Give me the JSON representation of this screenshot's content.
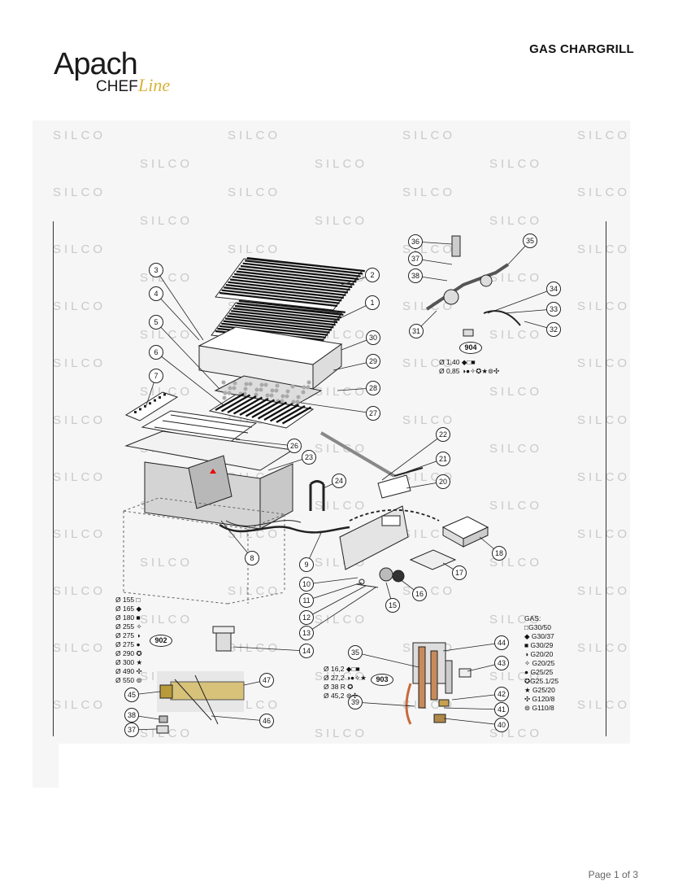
{
  "header": {
    "logo": {
      "brand": "Apach",
      "sub1": "CHEF",
      "sub2": "Line"
    },
    "title": "GAS CHARGRILL"
  },
  "watermark": "SILCO",
  "callouts": [
    "1",
    "2",
    "3",
    "4",
    "5",
    "6",
    "7",
    "8",
    "9",
    "10",
    "11",
    "12",
    "13",
    "14",
    "15",
    "16",
    "17",
    "18",
    "20",
    "21",
    "22",
    "23",
    "24",
    "26",
    "27",
    "28",
    "29",
    "30",
    "31",
    "32",
    "33",
    "34",
    "35",
    "36",
    "37",
    "38",
    "35",
    "39",
    "40",
    "41",
    "42",
    "43",
    "44",
    "45",
    "46",
    "47",
    "38",
    "37"
  ],
  "ovals": [
    "904",
    "902",
    "903"
  ],
  "specs_904": [
    "Ø 1,40 ◆□■",
    "Ø 0,85 ◑●✧✪★⊚✣"
  ],
  "specs_902": [
    "Ø 155 □",
    "Ø 165 ◆",
    "Ø 180 ■",
    "Ø 255 ✧",
    "Ø 275 ◑",
    "Ø 275 ●",
    "Ø 290 ✪",
    "Ø 300 ★",
    "Ø 490 ✣",
    "Ø 550 ⊚"
  ],
  "specs_903": [
    "Ø 16,2 ◆□■",
    "Ø 27,2 ◑●✧★",
    "Ø 38 R ✪",
    "Ø 45,2 ⊚✣"
  ],
  "gas_legend": [
    "GAS:",
    "□G30/50",
    "◆ G30/37",
    "■ G30/29",
    "◑ G20/20",
    "✧ G20/25",
    "● G25/25",
    "✪G25.1/25",
    "★ G25/20",
    "✣ G120/8",
    "⊚ G110/8"
  ],
  "footer": {
    "page": "Page 1 of 3"
  }
}
